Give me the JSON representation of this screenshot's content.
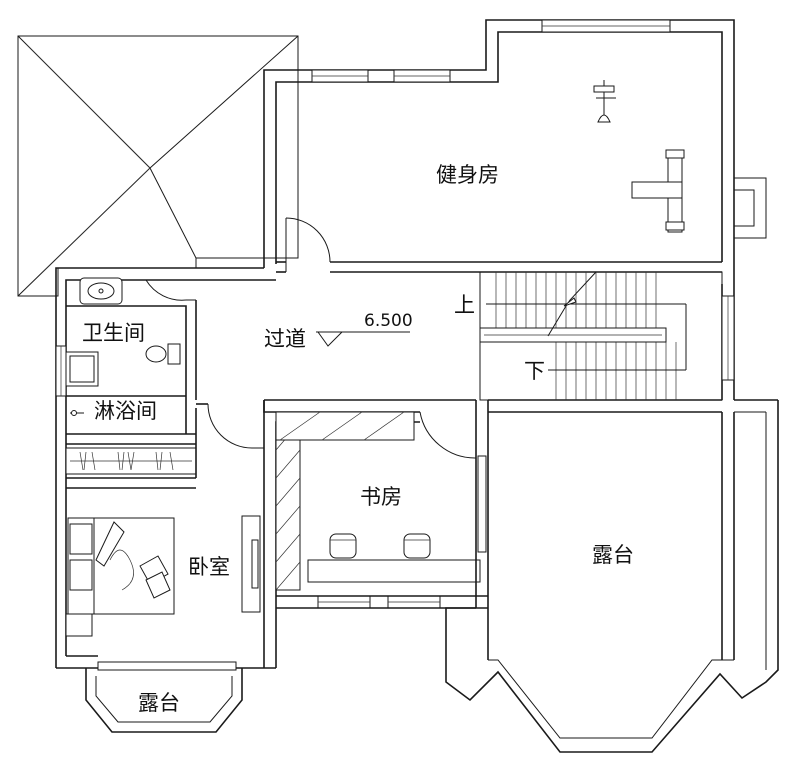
{
  "rooms": {
    "gym": "健身房",
    "corridor": "过道",
    "bathroom": "卫生间",
    "shower": "淋浴间",
    "study": "书房",
    "bedroom": "卧室",
    "terrace_large": "露台",
    "terrace_small": "露台"
  },
  "stairs": {
    "up_label": "上",
    "down_label": "下"
  },
  "level_mark": "6.500"
}
